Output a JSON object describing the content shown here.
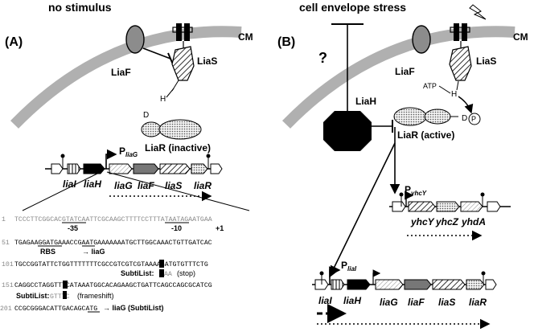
{
  "panel_a": {
    "header": "no stimulus",
    "label": "(A)",
    "membrane": "CM",
    "liaF": "LiaF",
    "liaS": "LiaS",
    "his": "H",
    "asp": "D",
    "liaR_state": "LiaR (inactive)",
    "promoter": "P",
    "promoter_sub": "liaG",
    "genes": [
      "liaI",
      "liaH",
      "liaG",
      "liaF",
      "liaS",
      "liaR"
    ]
  },
  "panel_b": {
    "header": "cell envelope stress",
    "label": "(B)",
    "membrane": "CM",
    "question": "?",
    "liaF": "LiaF",
    "liaS": "LiaS",
    "liaH": "LiaH",
    "atp": "ATP",
    "his": "H",
    "asp": "D",
    "phospho": "P",
    "liaR_state": "LiaR (active)",
    "promoter_yhcY": "P",
    "promoter_yhcY_sub": "yhcY",
    "yhc_genes": [
      "yhcY",
      "yhcZ",
      "yhdA"
    ],
    "promoter_liaI": "P",
    "promoter_liaI_sub": "liaI",
    "genes": [
      "liaI",
      "liaH",
      "liaG",
      "liaF",
      "liaS",
      "liaR"
    ]
  },
  "sequence": {
    "line1": {
      "num": "1",
      "text": "TCCCTTCGGCACGTATCAATTCGCAAGCTTTTCCTTTATAATAGAATGAA"
    },
    "minus35": "-35",
    "minus10": "-10",
    "plus1": "+1",
    "line2": {
      "num": "51",
      "text": "TGAGAAGGATGAAACCGAATGAAAAAAATGCTTGGCAAACTGTTGATCAC"
    },
    "rbs": "RBS",
    "arrow_liaG": "→ liaG",
    "line3": {
      "num": "101",
      "text": "TGCCGGTATTCTGGTTTTTTTCGCCGTCGTCGTAAAAGATGTGTTTCTG"
    },
    "subtilist1": "SubtiList:",
    "note1_seq": "AA",
    "note1": "(stop)",
    "line4": {
      "num": "151",
      "text": "CAGGCCTAGGTTTCATAAATGGCACAGAAGCTGATTCAGCCAGCGCATCG"
    },
    "subtilist2": "SubtiList:",
    "note2_seq": "GTTTC",
    "note2": "(frameshift)",
    "line5": {
      "num": "201",
      "text": "CCGCGGGACATTGACAGCATG"
    },
    "line5_end": "→ liaG (SubtiList)"
  }
}
